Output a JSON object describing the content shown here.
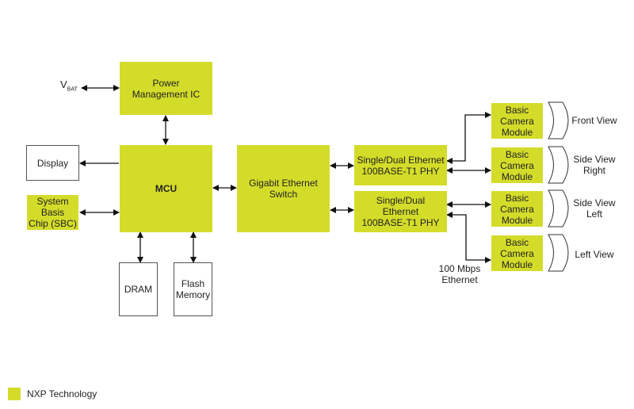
{
  "diagram": {
    "blocks": {
      "vbat": {
        "main": "V",
        "sub": "BAT"
      },
      "power_ic": "Power\nManagement IC",
      "display": "Display",
      "mcu": "MCU",
      "sbc": "System\nBasis\nChip (SBC)",
      "dram": "DRAM",
      "flash": "Flash\nMemory",
      "gig_switch": "Gigabit Ethernet\nSwitch",
      "phy_1": "Single/Dual Ethernet\n100BASE-T1 PHY",
      "phy_2": "Single/Dual\nEthernet\n100BASE-T1 PHY",
      "camera_1": "Basic\nCamera\nModule",
      "camera_2": "Basic\nCamera\nModule",
      "camera_3": "Basic\nCamera\nModule",
      "camera_4": "Basic\nCamera\nModule"
    },
    "views": {
      "front": "Front View",
      "side_right": "Side View\nRight",
      "side_left": "Side View\nLeft",
      "left": "Left View"
    },
    "ethernet_label": "100 Mbps\nEthernet",
    "legend": {
      "label": "NXP Technology",
      "color": "#d4dc2a"
    }
  }
}
